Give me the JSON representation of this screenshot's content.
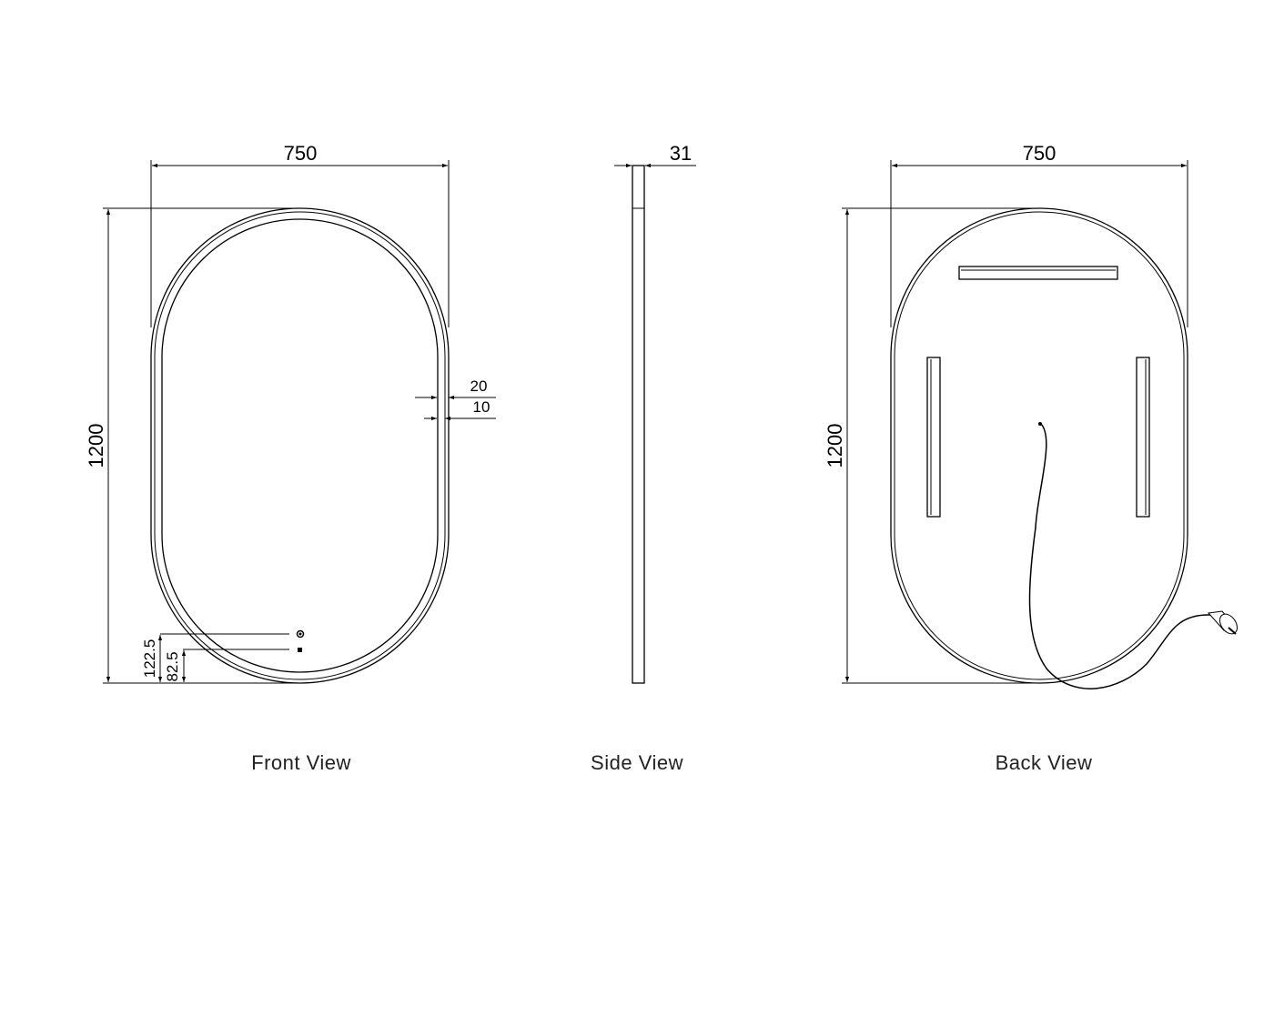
{
  "views": {
    "front": {
      "label": "Front View",
      "width": "750",
      "height": "1200",
      "frame_outer": "20",
      "frame_inner": "10",
      "button_1_height": "122.5",
      "button_2_height": "82.5"
    },
    "side": {
      "label": "Side View",
      "depth": "31"
    },
    "back": {
      "label": "Back View",
      "width": "750",
      "height": "1200"
    }
  }
}
